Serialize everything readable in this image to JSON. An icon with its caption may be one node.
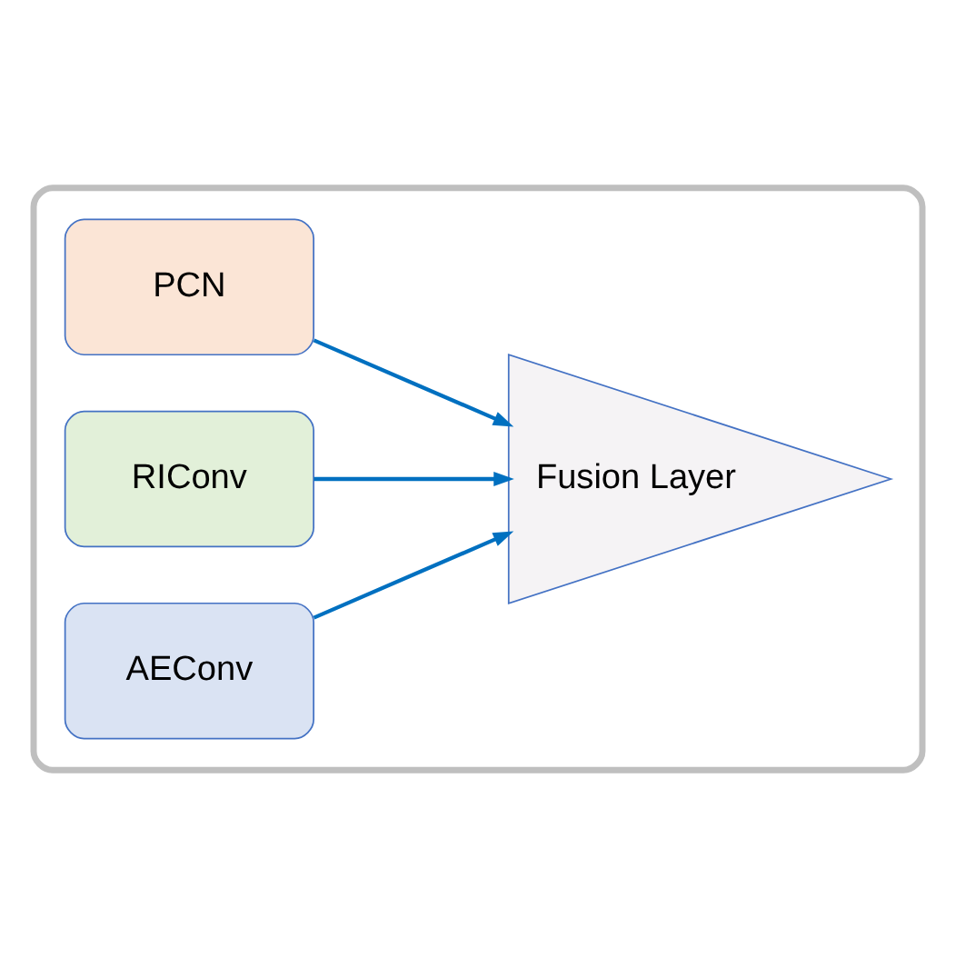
{
  "diagram": {
    "nodes": [
      {
        "text": [],
        "shape": "box"
      },
      {
        "text": [
          "PCN"
        ],
        "in": 0
      },
      {
        "text": [
          "RIConv"
        ],
        "in": 0
      },
      {
        "text": [
          "AEConv"
        ],
        "in": 0
      },
      {
        "text": [
          "Fusion Layer"
        ],
        "in": 0
      }
    ],
    "edges": [
      {
        "from": 1,
        "to": 4,
        "arrow": "to"
      },
      {
        "from": 2,
        "to": 4,
        "arrow": "to"
      },
      {
        "from": 3,
        "to": 4,
        "arrow": "to"
      }
    ]
  }
}
